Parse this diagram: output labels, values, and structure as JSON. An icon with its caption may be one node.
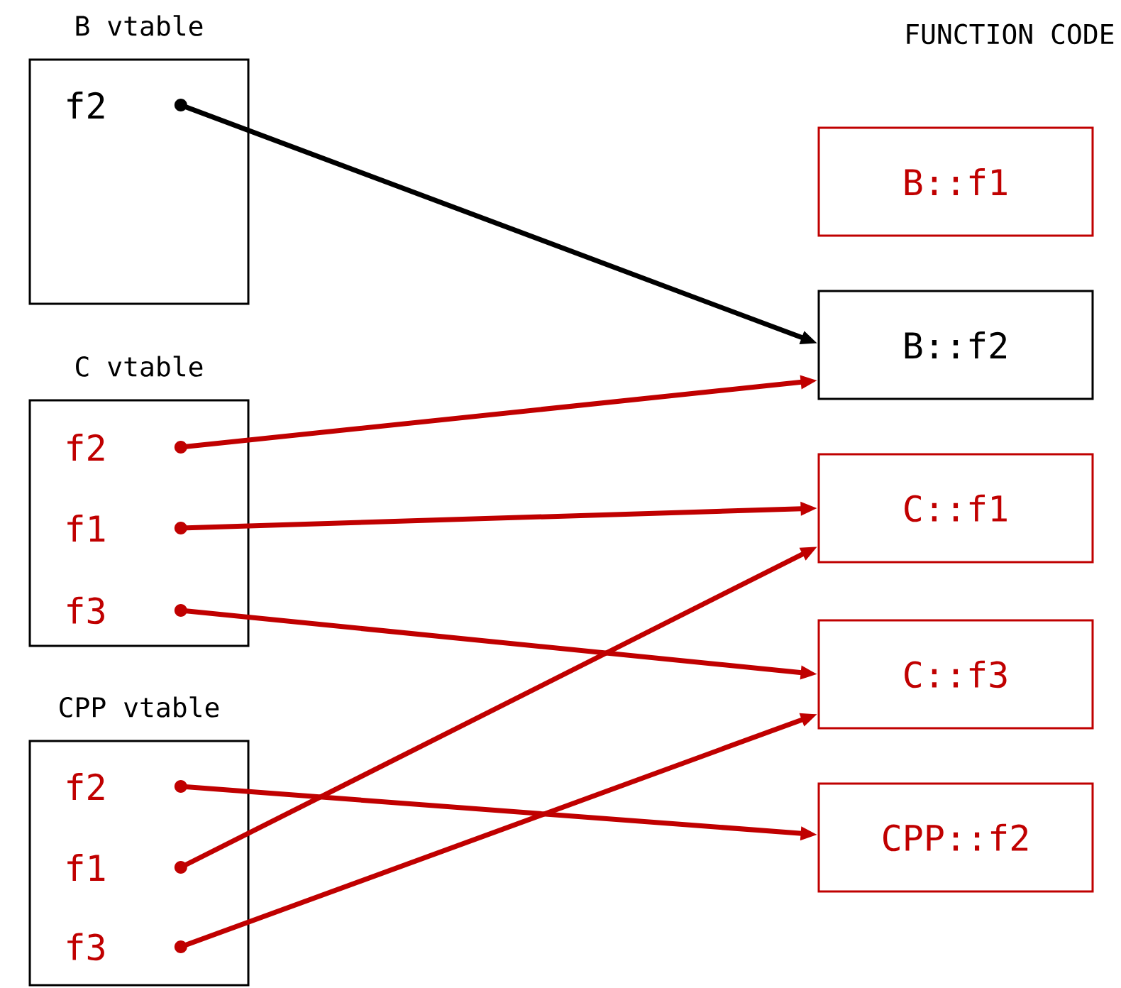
{
  "diagram": {
    "nodes": [
      {
        "text": [
          "B vtable"
        ]
      },
      {
        "text": [
          "f2"
        ],
        "in": 0
      },
      {
        "text": [
          "C vtable"
        ]
      },
      {
        "text": [
          "f2"
        ],
        "in": 2
      },
      {
        "text": [
          "f1"
        ],
        "in": 2
      },
      {
        "text": [
          "f3"
        ],
        "in": 2
      },
      {
        "text": [
          "CPP vtable"
        ]
      },
      {
        "text": [
          "f2"
        ],
        "in": 6
      },
      {
        "text": [
          "f1"
        ],
        "in": 6
      },
      {
        "text": [
          "f3"
        ],
        "in": 6
      },
      {
        "text": [
          "B::f1"
        ]
      },
      {
        "text": [
          "B::f2"
        ]
      },
      {
        "text": [
          "C::f1"
        ]
      },
      {
        "text": [
          "C::f3"
        ]
      },
      {
        "text": [
          "CPP::f2"
        ]
      }
    ],
    "edges": [
      {
        "from": 1,
        "to": 11,
        "arrow": "to",
        "color": "#000000"
      },
      {
        "from": 3,
        "to": 11,
        "arrow": "to"
      },
      {
        "from": 4,
        "to": 12,
        "arrow": "to"
      },
      {
        "from": 5,
        "to": 13,
        "arrow": "to"
      },
      {
        "from": 7,
        "to": 14,
        "arrow": "to"
      },
      {
        "from": 8,
        "to": 12,
        "arrow": "to"
      },
      {
        "from": 9,
        "to": 13,
        "arrow": "to"
      }
    ],
    "labels": [
      "FUNCTION CODE"
    ]
  }
}
